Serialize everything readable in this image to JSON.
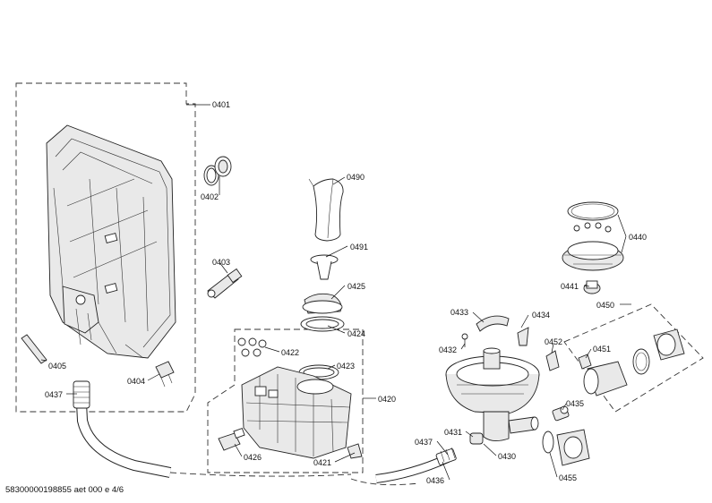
{
  "footer": {
    "code": "58300000198855 aet 000 e 4/6"
  },
  "labels": {
    "p0401": "0401",
    "p0402": "0402",
    "p0403": "0403",
    "p0404": "0404",
    "p0405": "0405",
    "p0437a": "0437",
    "p0490": "0490",
    "p0491": "0491",
    "p0425": "0425",
    "p0424": "0424",
    "p0422": "0422",
    "p0423": "0423",
    "p0420": "0420",
    "p0426": "0426",
    "p0421": "0421",
    "p0433": "0433",
    "p0434": "0434",
    "p0432": "0432",
    "p0437b": "0437",
    "p0431": "0431",
    "p0430": "0430",
    "p0436": "0436",
    "p0452": "0452",
    "p0440": "0440",
    "p0441": "0441",
    "p0450": "0450",
    "p0451": "0451",
    "p0435": "0435",
    "p0455": "0455"
  }
}
